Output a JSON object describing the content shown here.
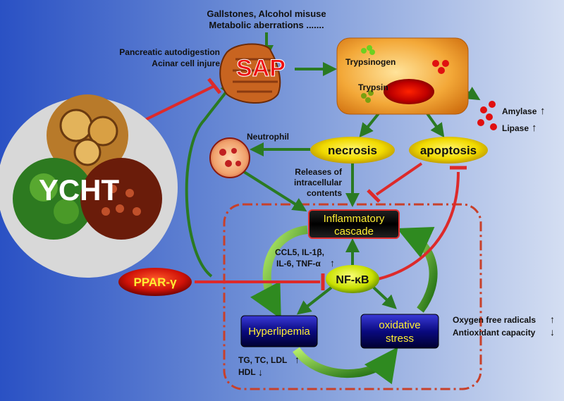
{
  "causes": {
    "line1": "Gallstones, Alcohol misuse",
    "line2": "Metabolic aberrations ......."
  },
  "sap": {
    "label": "SAP",
    "note1": "Pancreatic autodigestion",
    "note2": "Acinar cell injure"
  },
  "herb": {
    "label": "YCHT"
  },
  "cell": {
    "trypsinogen": "Trypsinogen",
    "trypsin": "Trypsin"
  },
  "enzymes": {
    "amylase": "Amylase",
    "lipase": "Lipase",
    "amylase_arrow": "↑",
    "lipase_arrow": "↑"
  },
  "nodes": {
    "necrosis": "necrosis",
    "apoptosis": "apoptosis",
    "neutrophil": "Neutrophil",
    "inflammatory_1": "Inflammatory",
    "inflammatory_2": "cascade",
    "nfkb": "NF-κB",
    "ppar": "PPAR-γ",
    "hyperlipemia": "Hyperlipemia",
    "oxidative_1": "oxidative",
    "oxidative_2": "stress"
  },
  "releases": {
    "line1": "Releases of",
    "line2": "intracellular",
    "line3": "contents"
  },
  "cytokines": {
    "line1": "CCL5, IL-1β,",
    "line2": "IL-6,  TNF-α",
    "arrow": "↑"
  },
  "oxidative_notes": {
    "line1": "Oxygen free radicals",
    "line2": "Antioxidant capacity",
    "arrow1": "↑",
    "arrow2": "↓"
  },
  "lipids": {
    "line1": "TG, TC, LDL",
    "line2": "HDL",
    "arrow1": "↑",
    "arrow2": "↓"
  },
  "colors": {
    "activate": "#2a7a22",
    "inhibit": "#dd2a2a",
    "sap_text": "#ee1111",
    "node_yellow": "#f7e400",
    "node_box": "#0a0a6e",
    "dash_border": "#c8402a"
  }
}
